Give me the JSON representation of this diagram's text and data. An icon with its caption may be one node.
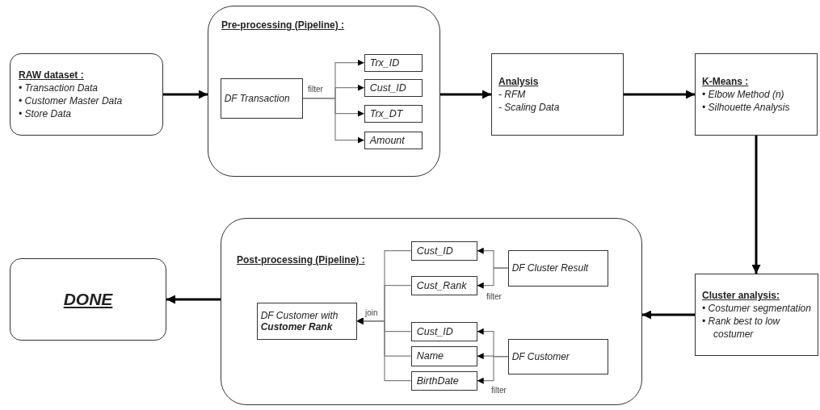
{
  "diagram": {
    "nodes": [
      {
        "text": [
          "RAW dataset :",
          "• Transaction Data",
          "• Customer Master Data",
          "• Store Data"
        ]
      },
      {
        "text": [
          "Pre-processing (Pipeline) :"
        ]
      },
      {
        "text": [
          "DF Transaction"
        ],
        "in": 1
      },
      {
        "text": [
          "Trx_ID"
        ],
        "in": 1
      },
      {
        "text": [
          "Cust_ID"
        ],
        "in": 1
      },
      {
        "text": [
          "Trx_DT"
        ],
        "in": 1
      },
      {
        "text": [
          "Amount"
        ],
        "in": 1
      },
      {
        "text": [
          "Analysis",
          "- RFM",
          "- Scaling Data"
        ]
      },
      {
        "text": [
          "K-Means :",
          "• Elbow Method (n)",
          "• Silhouette Analysis"
        ]
      },
      {
        "text": [
          "Cluster analysis:",
          "• Costumer segmentation",
          "• Rank best to low costumer"
        ]
      },
      {
        "text": [
          "Post-processing (Pipeline) :"
        ]
      },
      {
        "text": [
          "DF Customer with **Customer Rank**"
        ],
        "in": 10
      },
      {
        "text": [
          "Cust_ID"
        ],
        "in": 10
      },
      {
        "text": [
          "Cust_Rank"
        ],
        "in": 10
      },
      {
        "text": [
          "DF Cluster Result"
        ],
        "in": 10
      },
      {
        "text": [
          "Cust_ID"
        ],
        "in": 10
      },
      {
        "text": [
          "Name"
        ],
        "in": 10
      },
      {
        "text": [
          "BirthDate"
        ],
        "in": 10
      },
      {
        "text": [
          "DF Customer"
        ],
        "in": 10
      },
      {
        "text": [
          "DONE"
        ]
      }
    ],
    "edges": [
      {
        "from": 0,
        "to": 1,
        "arrow": "to",
        "style": "thick",
        "color": "#000000"
      },
      {
        "from": 2,
        "to": 3,
        "arrow": "to",
        "label": "filter"
      },
      {
        "from": 2,
        "to": 4,
        "arrow": "to"
      },
      {
        "from": 2,
        "to": 5,
        "arrow": "to"
      },
      {
        "from": 2,
        "to": 6,
        "arrow": "to"
      },
      {
        "from": 1,
        "to": 7,
        "arrow": "to",
        "style": "thick",
        "color": "#000000"
      },
      {
        "from": 7,
        "to": 8,
        "arrow": "to",
        "style": "thick",
        "color": "#000000"
      },
      {
        "from": 8,
        "to": 9,
        "arrow": "to",
        "style": "thick",
        "color": "#000000"
      },
      {
        "from": 9,
        "to": 10,
        "arrow": "to",
        "style": "thick",
        "color": "#000000"
      },
      {
        "from": 14,
        "to": 12,
        "arrow": "to"
      },
      {
        "from": 14,
        "to": 13,
        "arrow": "to",
        "label": "filter"
      },
      {
        "from": 18,
        "to": 15,
        "arrow": "to"
      },
      {
        "from": 18,
        "to": 16,
        "arrow": "to"
      },
      {
        "from": 18,
        "to": 17,
        "arrow": "to",
        "label": "filter"
      },
      {
        "from": 12,
        "to": 11,
        "arrow": "to",
        "label": "join"
      },
      {
        "from": 13,
        "to": 11,
        "arrow": "to"
      },
      {
        "from": 15,
        "to": 11,
        "arrow": "to"
      },
      {
        "from": 16,
        "to": 11,
        "arrow": "to"
      },
      {
        "from": 17,
        "to": 11,
        "arrow": "to"
      },
      {
        "from": 10,
        "to": 19,
        "arrow": "to",
        "style": "thick",
        "color": "#000000"
      }
    ]
  }
}
